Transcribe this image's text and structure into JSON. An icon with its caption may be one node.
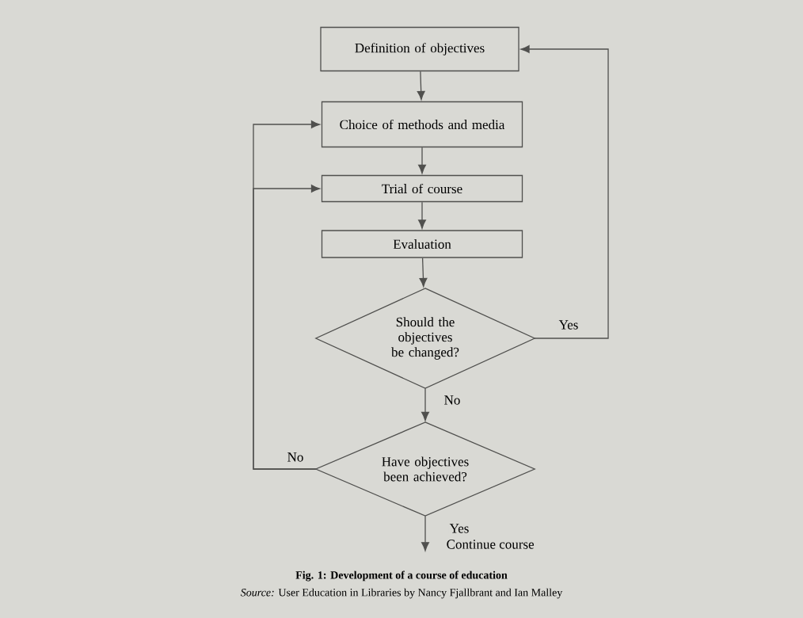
{
  "diagram": {
    "caption": "Fig. 1: Development of a course of education",
    "nodes": [
      {
        "text": [
          "Definition of objectives"
        ]
      },
      {
        "text": [
          "Choice of methods and media"
        ]
      },
      {
        "text": [
          "Trial of course"
        ]
      },
      {
        "text": [
          "Evaluation"
        ]
      },
      {
        "text": [
          "Should the objectives be changed?"
        ]
      },
      {
        "text": [
          "Have objectives been achieved?"
        ]
      }
    ],
    "edges": [
      {
        "from": 0,
        "to": 1,
        "arrow": "to"
      },
      {
        "from": 1,
        "to": 2,
        "arrow": "to"
      },
      {
        "from": 2,
        "to": 3,
        "arrow": "to"
      },
      {
        "from": 3,
        "to": 4,
        "arrow": "to"
      },
      {
        "from": 4,
        "to": 0,
        "arrow": "to",
        "label": "Yes"
      },
      {
        "from": 4,
        "to": 5,
        "arrow": "to",
        "label": "No"
      },
      {
        "from": 5,
        "to": 1,
        "arrow": "to",
        "label": "No"
      },
      {
        "from": 5,
        "to": 2,
        "arrow": "to"
      },
      {
        "from": 5,
        "to": null,
        "arrow": "to",
        "label": "Yes"
      }
    ],
    "labels": [
      "Continue course",
      "*Source:* User Education in Libraries by Nancy Fjallbrant and Ian Malley"
    ]
  }
}
